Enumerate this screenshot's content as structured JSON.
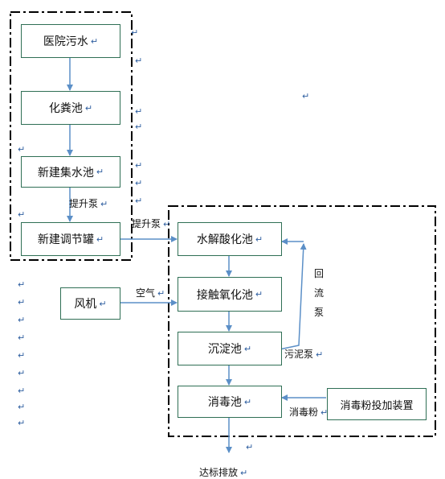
{
  "colors": {
    "box_border": "#2f6f55",
    "arrow": "#5b8fc7",
    "dash_frame": "#000000",
    "return_mark": "#2f5fa0"
  },
  "return_mark": "↵",
  "nodes": {
    "hospital_sewage": "医院污水",
    "septic_tank": "化粪池",
    "collection_tank": "新建集水池",
    "regulating_tank": "新建调节罐",
    "hydrolysis_tank": "水解酸化池",
    "contact_oxidation_tank": "接触氧化池",
    "sedimentation_tank": "沉淀池",
    "disinfection_tank": "消毒池",
    "blower": "风机",
    "disinfectant_dosing_device": "消毒粉投加装置"
  },
  "edge_labels": {
    "lift_pump_1": "提升泵",
    "lift_pump_2": "提升泵",
    "air": "空气",
    "sludge_pump": "污泥泵",
    "disinfectant_powder": "消毒粉",
    "return_flow": [
      "回",
      "流",
      "泵"
    ],
    "discharge": "达标排放"
  }
}
